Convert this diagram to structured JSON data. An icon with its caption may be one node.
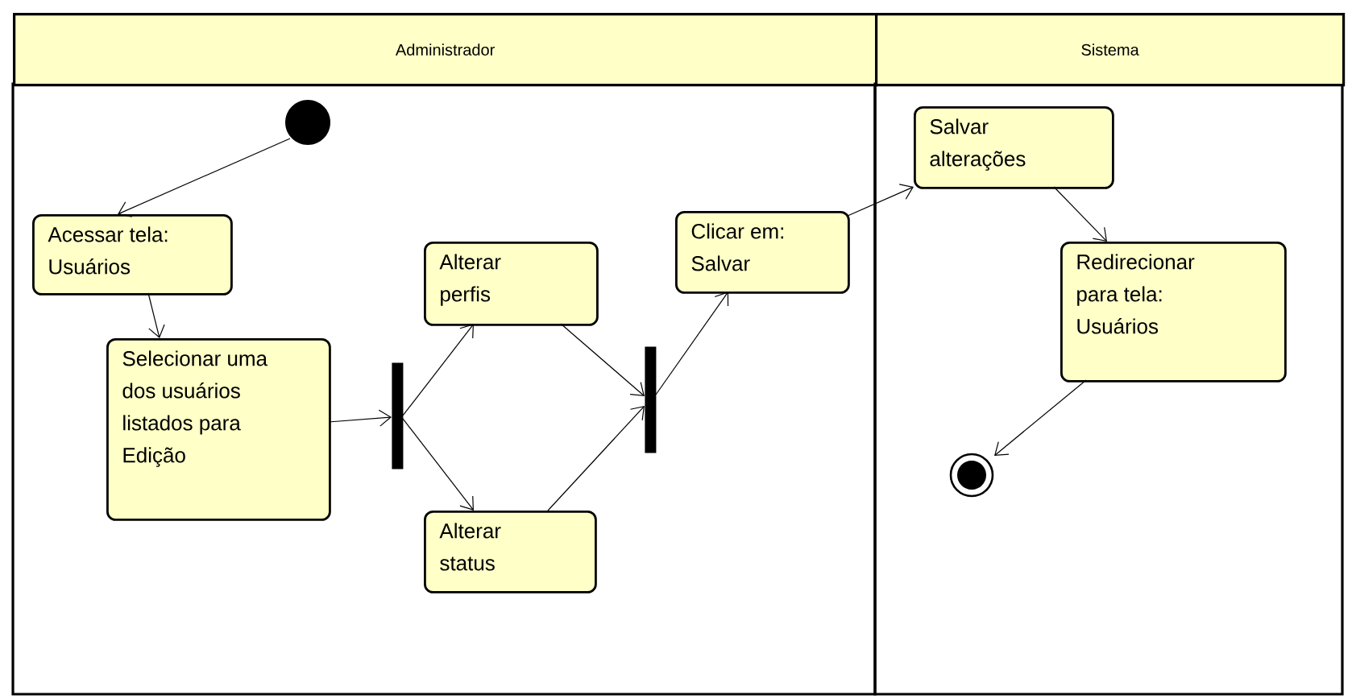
{
  "diagram": {
    "nodes": [
      {
        "text": [
          "Administrador"
        ]
      },
      {
        "text": [
          "Sistema"
        ]
      },
      {
        "text": [],
        "shape": "circle",
        "in": 0
      },
      {
        "text": [
          "Acessar tela: Usuários"
        ],
        "in": 0
      },
      {
        "text": [
          "Selecionar uma dos usuários listados para Edição"
        ],
        "in": 0
      },
      {
        "text": [],
        "shape": "bar",
        "in": 0
      },
      {
        "text": [
          "Alterar perfis"
        ],
        "in": 0
      },
      {
        "text": [
          "Alterar status"
        ],
        "in": 0
      },
      {
        "text": [],
        "shape": "bar",
        "in": 0
      },
      {
        "text": [
          "Clicar em: Salvar"
        ],
        "in": 0
      },
      {
        "text": [
          "Salvar alterações"
        ],
        "in": 1
      },
      {
        "text": [
          "Redirecionar para tela: Usuários"
        ],
        "in": 1
      },
      {
        "text": [],
        "shape": "bullseye",
        "in": 1
      }
    ],
    "edges": [
      {
        "from": 2,
        "to": 3,
        "arrow": "to"
      },
      {
        "from": 3,
        "to": 4,
        "arrow": "to"
      },
      {
        "from": 4,
        "to": 5,
        "arrow": "to"
      },
      {
        "from": 5,
        "to": 6,
        "arrow": "to"
      },
      {
        "from": 5,
        "to": 7,
        "arrow": "to"
      },
      {
        "from": 6,
        "to": 8,
        "arrow": "to"
      },
      {
        "from": 7,
        "to": 8,
        "arrow": "to"
      },
      {
        "from": 8,
        "to": 9,
        "arrow": "to"
      },
      {
        "from": 9,
        "to": 10,
        "arrow": "to"
      },
      {
        "from": 10,
        "to": 11,
        "arrow": "to"
      },
      {
        "from": 11,
        "to": 12,
        "arrow": "to"
      }
    ]
  }
}
